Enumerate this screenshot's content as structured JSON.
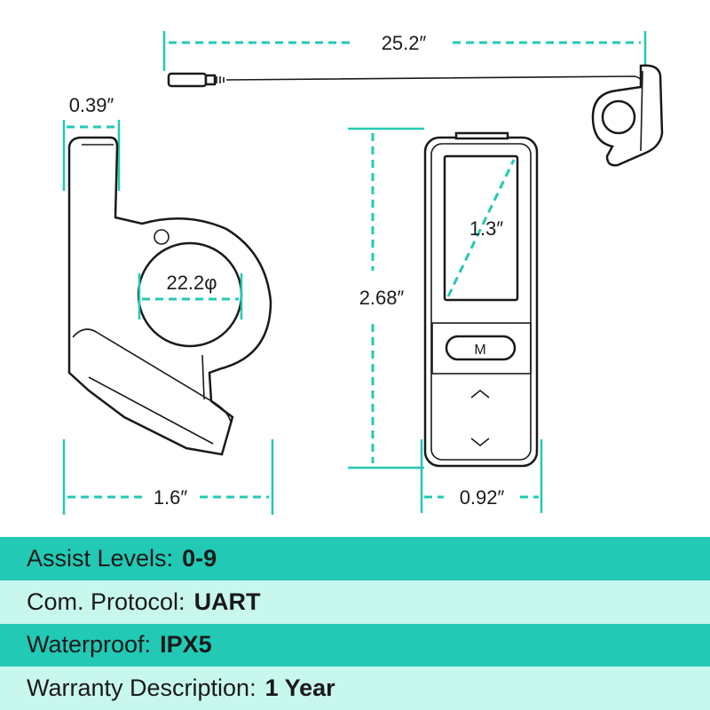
{
  "dimensions": {
    "cable_length": "25.2″",
    "clamp_thickness": "0.39″",
    "clamp_diameter": "22.2φ",
    "clamp_width": "1.6″",
    "display_diagonal": "1.3″",
    "unit_height": "2.68″",
    "unit_width": "0.92″"
  },
  "display": {
    "mode_button_label": "M",
    "up_icon": "chevron-up-icon",
    "down_icon": "chevron-down-icon"
  },
  "specs": [
    {
      "label": "Assist Levels:",
      "value": "0-9"
    },
    {
      "label": "Com. Protocol:",
      "value": "UART"
    },
    {
      "label": "Waterproof:",
      "value": "IPX5"
    },
    {
      "label": "Warranty Description:",
      "value": "1 Year"
    }
  ],
  "colors": {
    "accent": "#22c9b4",
    "accent_light": "#c8f7ee",
    "line": "#1a1a1a"
  }
}
